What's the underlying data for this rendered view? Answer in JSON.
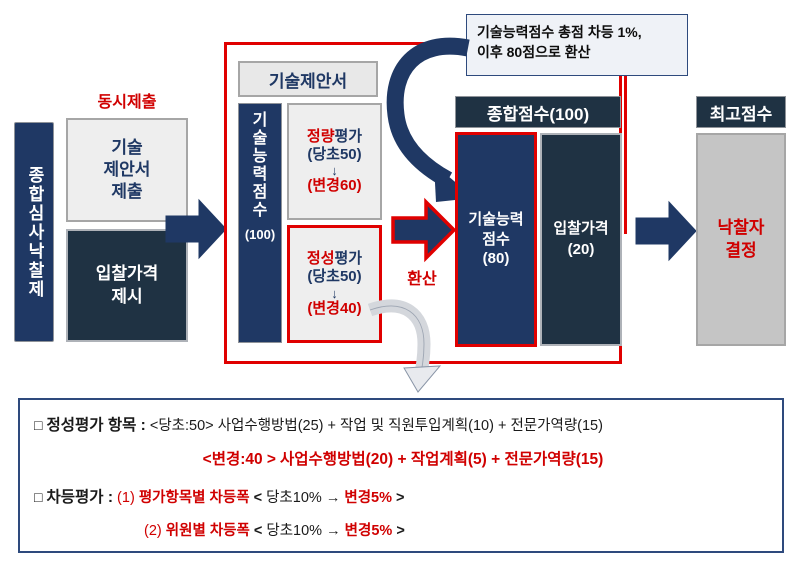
{
  "diagram": {
    "title": "종합심사낙찰제 기술능력점수 평가 체계",
    "colors": {
      "navy": "#1F3864",
      "dark_navy": "#1F3243",
      "red": "#d00000",
      "frame_red": "#e00000",
      "gray": "#c5c5c5",
      "light_gray": "#eeeeee"
    }
  },
  "stage1": {
    "side_label": "종합심사낙찰제",
    "top_label": "동시제출",
    "box_tech": "기술\n제안서\n제출",
    "box_tech_lines": [
      "기술",
      "제안서",
      "제출"
    ],
    "box_price_lines": [
      "입찰가격",
      "제시"
    ]
  },
  "stage2": {
    "header": "기술제안서",
    "side_label_lines": [
      "기",
      "술",
      "능",
      "력",
      "점",
      "수"
    ],
    "side_label_value": "(100)",
    "quant": {
      "title_red": "정량",
      "title_rest": "평가",
      "orig": "(당초50)",
      "arrow": "↓",
      "changed": "(변경60)"
    },
    "qual": {
      "title_red": "정성",
      "title_rest": "평가",
      "orig": "(당초50)",
      "arrow": "↓",
      "changed": "(변경40)"
    }
  },
  "callout": {
    "line1": "기술능력점수 총점 차등 1%,",
    "line2": "이후 80점으로 환산"
  },
  "convert": {
    "label": "환산"
  },
  "stage3": {
    "header": "종합점수(100)",
    "tech_score_lines": [
      "기술능력",
      "점수",
      "(80)"
    ],
    "bid_price_lines": [
      "입찰가격",
      "(20)"
    ]
  },
  "stage4": {
    "header": "최고점수",
    "result_lines": [
      "낙찰자",
      "결정"
    ]
  },
  "notes": {
    "line1": {
      "bullet": "□",
      "label": "정성평가 항목 :",
      "orig_tag": "<당초:50>",
      "body": "사업수행방법(25) + 작업 및 직원투입계획(10) + 전문가역량(15)"
    },
    "line2": {
      "changed_tag": "<변경:40 >",
      "body": "사업수행방법(20) + 작업계획(5) + 전문가역량(15)"
    },
    "line3": {
      "bullet": "□",
      "label": "차등평가 :",
      "num": "(1)",
      "item": "평가항목별 차등폭",
      "lt": "<",
      "orig": "당초10%",
      "arrow": "→",
      "changed": "변경5%",
      "gt": ">"
    },
    "line4": {
      "num": "(2)",
      "item": "위원별 차등폭",
      "lt": "<",
      "orig": "당초10%",
      "arrow": "→",
      "changed": "변경5%",
      "gt": ">"
    }
  }
}
